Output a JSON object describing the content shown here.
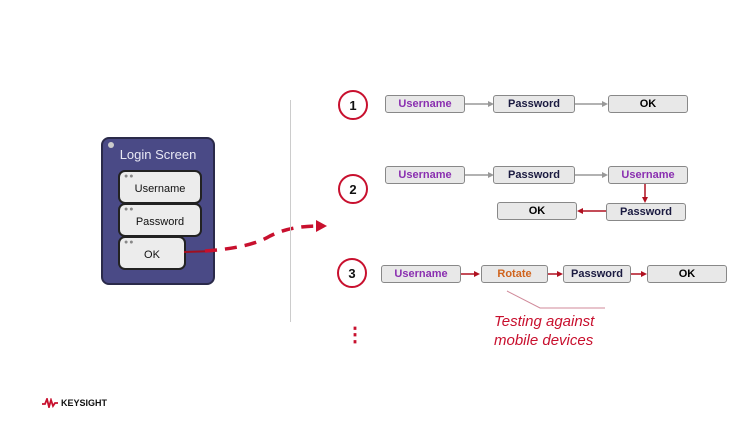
{
  "login_screen": {
    "title": "Login Screen",
    "buttons": [
      "Username",
      "Password",
      "OK"
    ]
  },
  "flows": [
    {
      "number": "1",
      "steps": [
        "Username",
        "Password",
        "OK"
      ]
    },
    {
      "number": "2",
      "steps": [
        "Username",
        "Password",
        "Username",
        "Password",
        "OK"
      ]
    },
    {
      "number": "3",
      "steps": [
        "Username",
        "Rotate",
        "Password",
        "OK"
      ]
    }
  ],
  "more": "⋮",
  "callout": {
    "line1": "Testing against",
    "line2": "mobile devices"
  },
  "brand": "KEYSIGHT",
  "colors": {
    "accent": "#c8102e",
    "panel": "#4a4a86",
    "username": "#8a2fb0",
    "rotate": "#d0641e"
  }
}
